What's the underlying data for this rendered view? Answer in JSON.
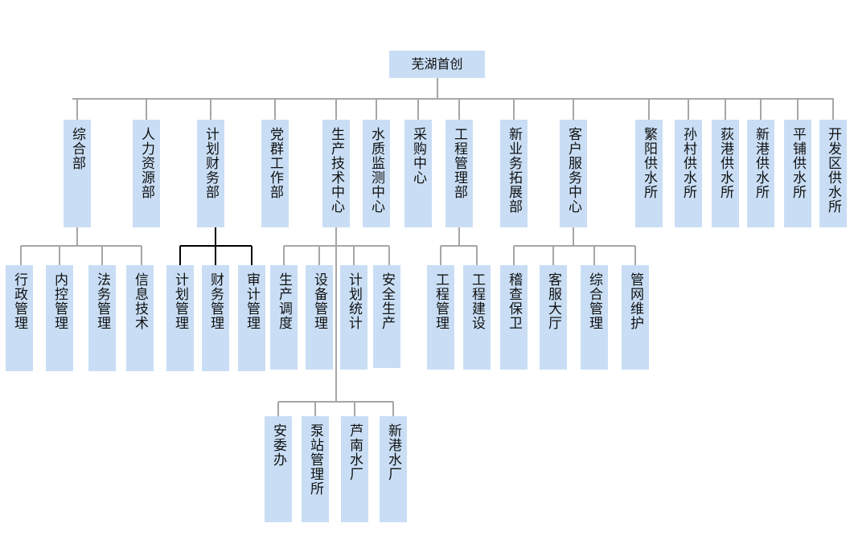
{
  "root": "芜湖首创",
  "departments": [
    "综合部",
    "人力资源部",
    "计划财务部",
    "党群工作部",
    "生产技术中心",
    "水质监测中心",
    "采购中心",
    "工程管理部",
    "新业务拓展部",
    "客户服务中心",
    "繁阳供水所",
    "孙村供水所",
    "荻港供水所",
    "新港供水所",
    "平铺供水所",
    "开发区供水所"
  ],
  "subunits": {
    "zonghe": [
      "行政管理",
      "内控管理",
      "法务管理",
      "信息技术"
    ],
    "caiwu": [
      "计划管理",
      "财务管理",
      "审计管理"
    ],
    "shengchan": [
      "生产调度",
      "设备管理",
      "计划统计",
      "安全生产"
    ],
    "gongcheng": [
      "工程管理",
      "工程建设"
    ],
    "kehu": [
      "稽查保卫",
      "客服大厅",
      "综合管理",
      "管网维护"
    ],
    "shengchan_lower": [
      "安委办",
      "泵站管理所",
      "芦南水厂",
      "新港水厂"
    ]
  },
  "colors": {
    "box": "#c9def5",
    "line": "#a6a6a6",
    "dark_line": "#000000",
    "text": "#111111"
  }
}
